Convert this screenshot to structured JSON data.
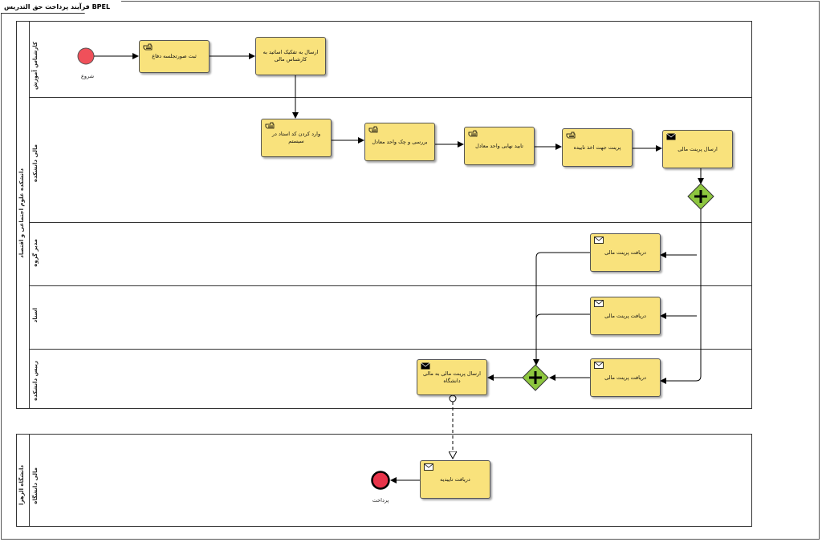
{
  "title": "فرآیند پرداخت حق التدریس BPEL",
  "pools": [
    {
      "label": "دانشکده علوم اجتماعی و اقتصاد",
      "lanes": [
        "کارشناس آموزش",
        "مالی دانشکده",
        "مدیر گروه",
        "استاد",
        "رییس دانشکده"
      ]
    },
    {
      "label": "دانشگاه الزهرا",
      "lanes": [
        "مالی دانشگاه"
      ]
    }
  ],
  "events": {
    "start": "شروع",
    "end": "پرداخت"
  },
  "tasks": {
    "t1": "ثبت صورتجلسه دفاع",
    "t2": "ارسال به تفکیک اساتید به کارشناس مالی",
    "t3": "وارد کردن کد استاد در سیستم",
    "t4": "بررسی و چک واحد معادل",
    "t5": "تایید نهایی واحد معادل",
    "t6": "پرینت جهت اخذ تاییده",
    "t7": "ارسال پرینت مالی",
    "t8": "دریافت پرینت مالی",
    "t9": "دریافت پرینت مالی",
    "t10": "دریافت پرینت مالی",
    "t11": "ارسال پرینت مالی به مالی دانشگاه",
    "t12": "دریافت تاییدیه"
  },
  "colors": {
    "task_fill": "#f9e27c",
    "gateway_fill": "#8dc63f",
    "start_fill": "#f0505a",
    "end_fill": "#e8344a"
  },
  "icons": {
    "user_task": "hand-icon",
    "send_task": "envelope-filled-icon",
    "receive_task": "envelope-outline-icon"
  }
}
